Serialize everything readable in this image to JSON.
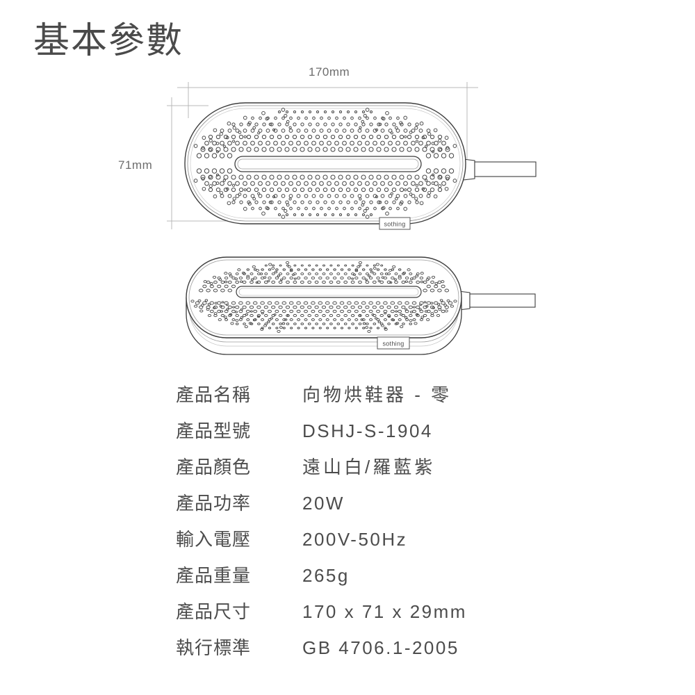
{
  "page": {
    "title": "基本參數",
    "background_color": "#ffffff",
    "text_color": "#4c4c4c",
    "line_color": "#3b3b3b",
    "dimension_line_color": "#b5b5b5"
  },
  "diagram": {
    "name": "product-dimension-drawing",
    "brand_badge": "sothing",
    "dimensions": {
      "width_label": "170mm",
      "height_label": "71mm"
    },
    "views": [
      {
        "name": "top-view",
        "description": "perforated oval top face with center slot and cable"
      },
      {
        "name": "perspective-view",
        "description": "three quarter view of perforated oval body with cable"
      }
    ]
  },
  "spec_table": {
    "rows": [
      {
        "label": "產品名稱",
        "value": "向物烘鞋器 - 零",
        "cjk": true
      },
      {
        "label": "產品型號",
        "value": "DSHJ-S-1904",
        "cjk": false
      },
      {
        "label": "產品顏色",
        "value": "遠山白/羅藍紫",
        "cjk": true
      },
      {
        "label": "產品功率",
        "value": "20W",
        "cjk": false
      },
      {
        "label": "輸入電壓",
        "value": "200V-50Hz",
        "cjk": false
      },
      {
        "label": "產品重量",
        "value": "265g",
        "cjk": false
      },
      {
        "label": "產品尺寸",
        "value": "170 x 71 x 29mm",
        "cjk": false
      },
      {
        "label": "執行標準",
        "value": "GB 4706.1-2005",
        "cjk": false
      }
    ]
  }
}
